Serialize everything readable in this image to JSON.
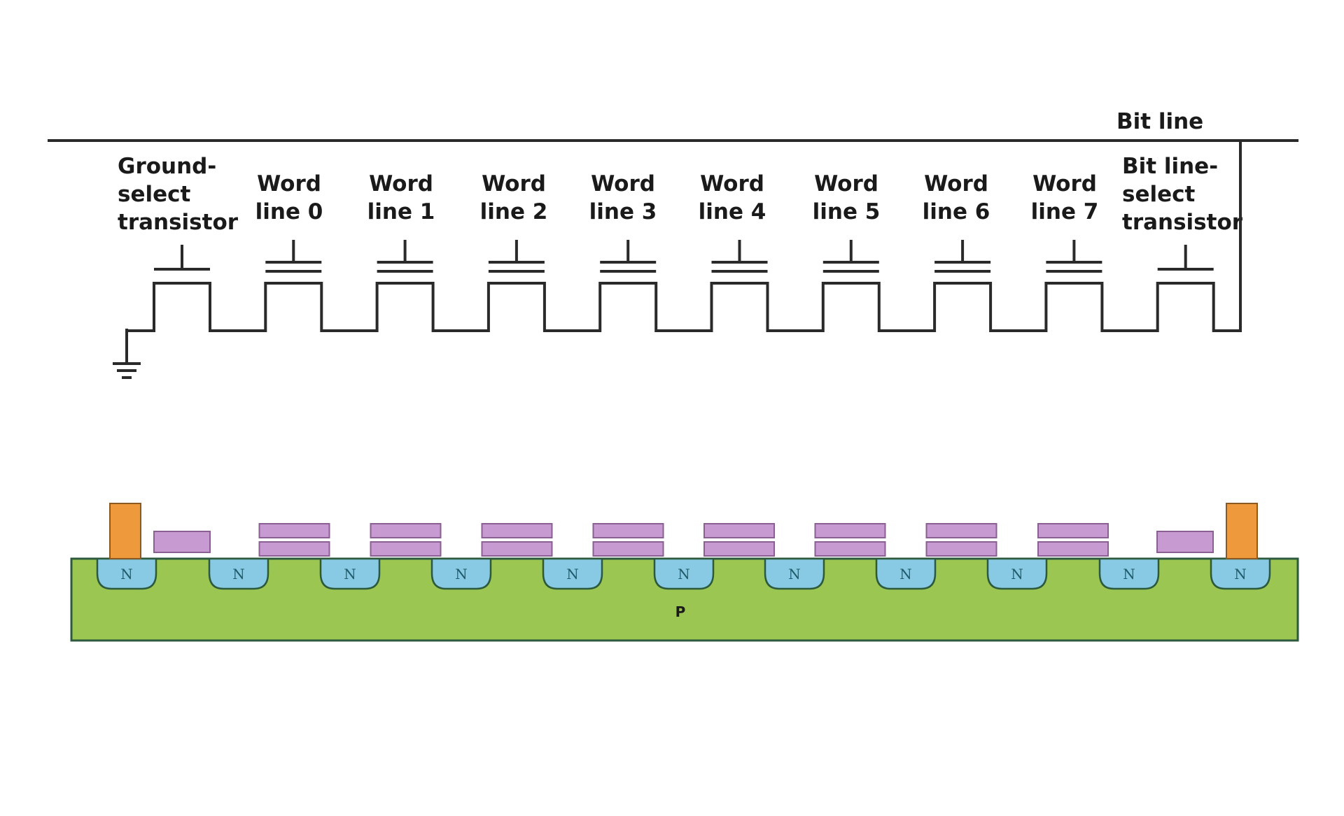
{
  "bit_line": {
    "label": "Bit line"
  },
  "select_transistors": {
    "ground": [
      "Ground-",
      "select",
      "transistor"
    ],
    "bit_line": [
      "Bit line-",
      "select",
      "transistor"
    ]
  },
  "word_lines": [
    [
      "Word",
      "line 0"
    ],
    [
      "Word",
      "line 1"
    ],
    [
      "Word",
      "line 2"
    ],
    [
      "Word",
      "line 3"
    ],
    [
      "Word",
      "line 4"
    ],
    [
      "Word",
      "line 5"
    ],
    [
      "Word",
      "line 6"
    ],
    [
      "Word",
      "line 7"
    ]
  ],
  "cross_section": {
    "n_region_label": "N",
    "substrate_label": "P",
    "colors": {
      "substrate": "#9bc652",
      "n_well": "#88c9e3",
      "gate": "#c89ad2",
      "contact": "#ee9a3c",
      "outline": "#2d5a3c"
    }
  }
}
